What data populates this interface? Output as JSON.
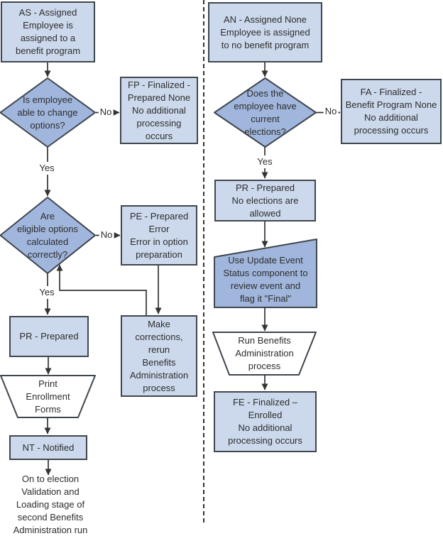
{
  "diagram_title": "Benefits Administration event status flowchart",
  "colors": {
    "box_fill": "#ccd9ec",
    "decision_fill": "#a0b6dc",
    "shape_border": "#3f464e",
    "connector": "#333333",
    "text": "#2d2d2d"
  },
  "left_flow": {
    "as_box": "AS - Assigned\nEmployee is\nassigned to a\nbenefit program",
    "decision_change_options": "Is employee\nable to change\noptions?",
    "fp_box": "FP - Finalized -\nPrepared None\nNo additional\nprocessing\noccurs",
    "decision_options_correct": "Are\neligible options\ncalculated\ncorrectly?",
    "pe_box": "PE - Prepared\nError\nError in option\npreparation",
    "make_corrections_box": "Make\ncorrections,\nrerun\nBenefits\nAdministration\nprocess",
    "pr_box": "PR - Prepared",
    "print_forms_trapezoid": "Print\nEnrollment\nForms",
    "nt_box": "NT - Notified",
    "end_note": "On to election\nValidation and\nLoading stage of\nsecond Benefits\nAdministration run",
    "labels": {
      "yes1": "Yes",
      "no1": "No",
      "yes2": "Yes",
      "no2": "No"
    }
  },
  "right_flow": {
    "an_box": "AN - Assigned None\nEmployee is assigned\nto no benefit program",
    "decision_current_elections": "Does the\nemployee have\ncurrent\nelections?",
    "fa_box": "FA - Finalized -\nBenefit Program None\nNo additional\nprocessing occurs",
    "pr_none_box": "PR - Prepared\nNo elections are\nallowed",
    "update_event_shape": "Use Update Event\nStatus component to\nreview event and\nflag it \"Final\"",
    "run_process_trapezoid": "Run Benefits\nAdministration\nprocess",
    "fe_box": "FE - Finalized –\nEnrolled\nNo additional\nprocessing occurs",
    "labels": {
      "yes": "Yes",
      "no": "No"
    }
  }
}
